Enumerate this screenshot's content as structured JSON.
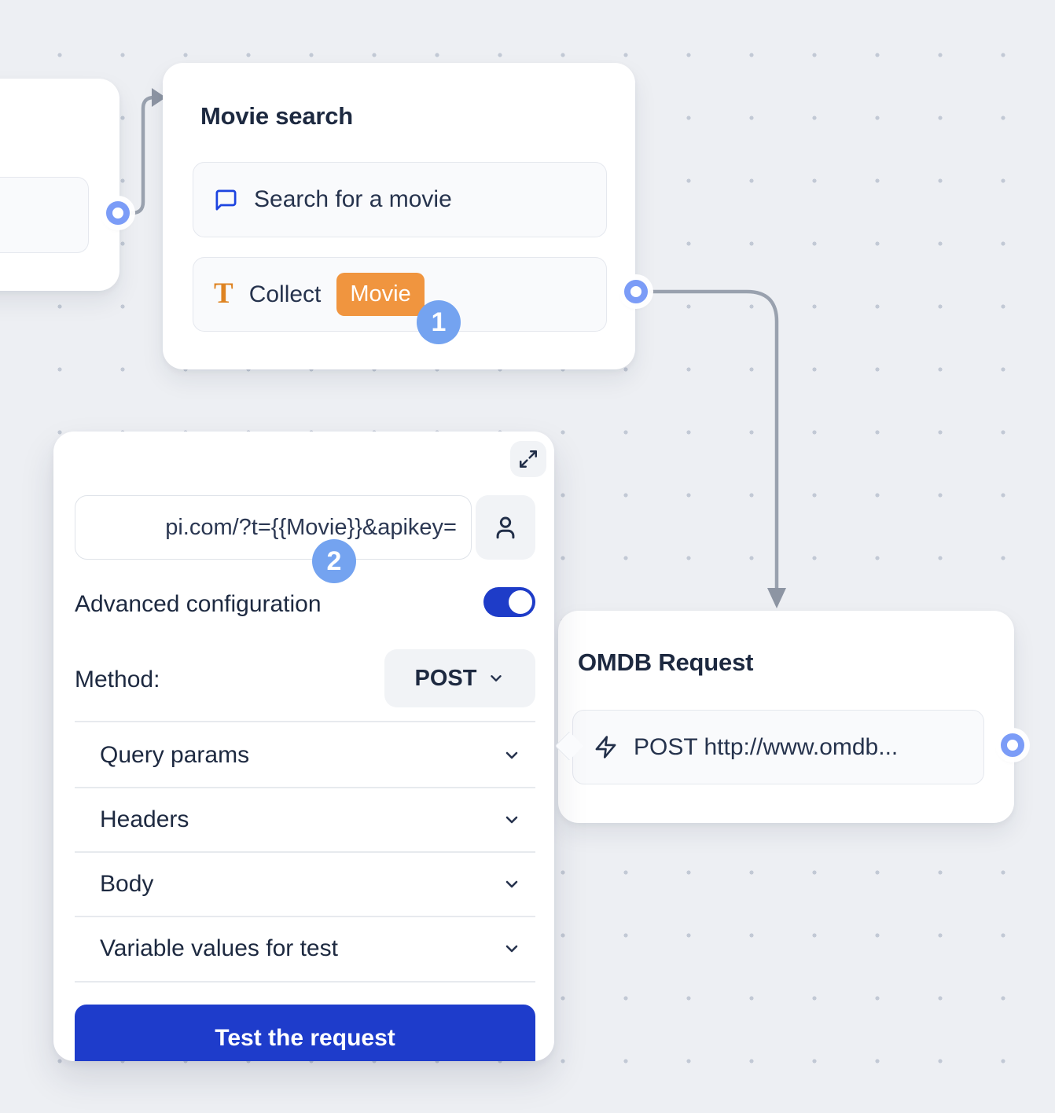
{
  "colors": {
    "canvas_bg": "#edeff3",
    "grid_dot": "#c2c9d5",
    "card_bg": "#ffffff",
    "inner_row_bg": "#f9fafc",
    "inner_row_border": "#e5e8ee",
    "title_text": "#1d2940",
    "body_text": "#26334d",
    "connector_gray": "#99a1ae",
    "port_ring_blue": "#7b9cf7",
    "step_badge_blue": "#74a3f0",
    "variable_badge_orange": "#f0953f",
    "text_icon_orange": "#de8322",
    "chat_icon_blue": "#1d44e0",
    "primary_blue": "#1e3ccb"
  },
  "movie_search_node": {
    "title": "Movie search",
    "search_row_label": "Search for a movie",
    "collect_row_label": "Collect",
    "collect_variable": "Movie"
  },
  "omdb_node": {
    "title": "OMDB Request",
    "request_row_label": "POST http://www.omdb..."
  },
  "config_panel": {
    "url_value": "pi.com/?t={{Movie}}&apikey=",
    "advanced_label": "Advanced configuration",
    "toggle_on": true,
    "method_label": "Method:",
    "method_value": "POST",
    "sections": [
      {
        "label": "Query params"
      },
      {
        "label": "Headers"
      },
      {
        "label": "Body"
      },
      {
        "label": "Variable values for test"
      }
    ],
    "test_button": "Test the request"
  },
  "step_badges": {
    "one": "1",
    "two": "2"
  }
}
